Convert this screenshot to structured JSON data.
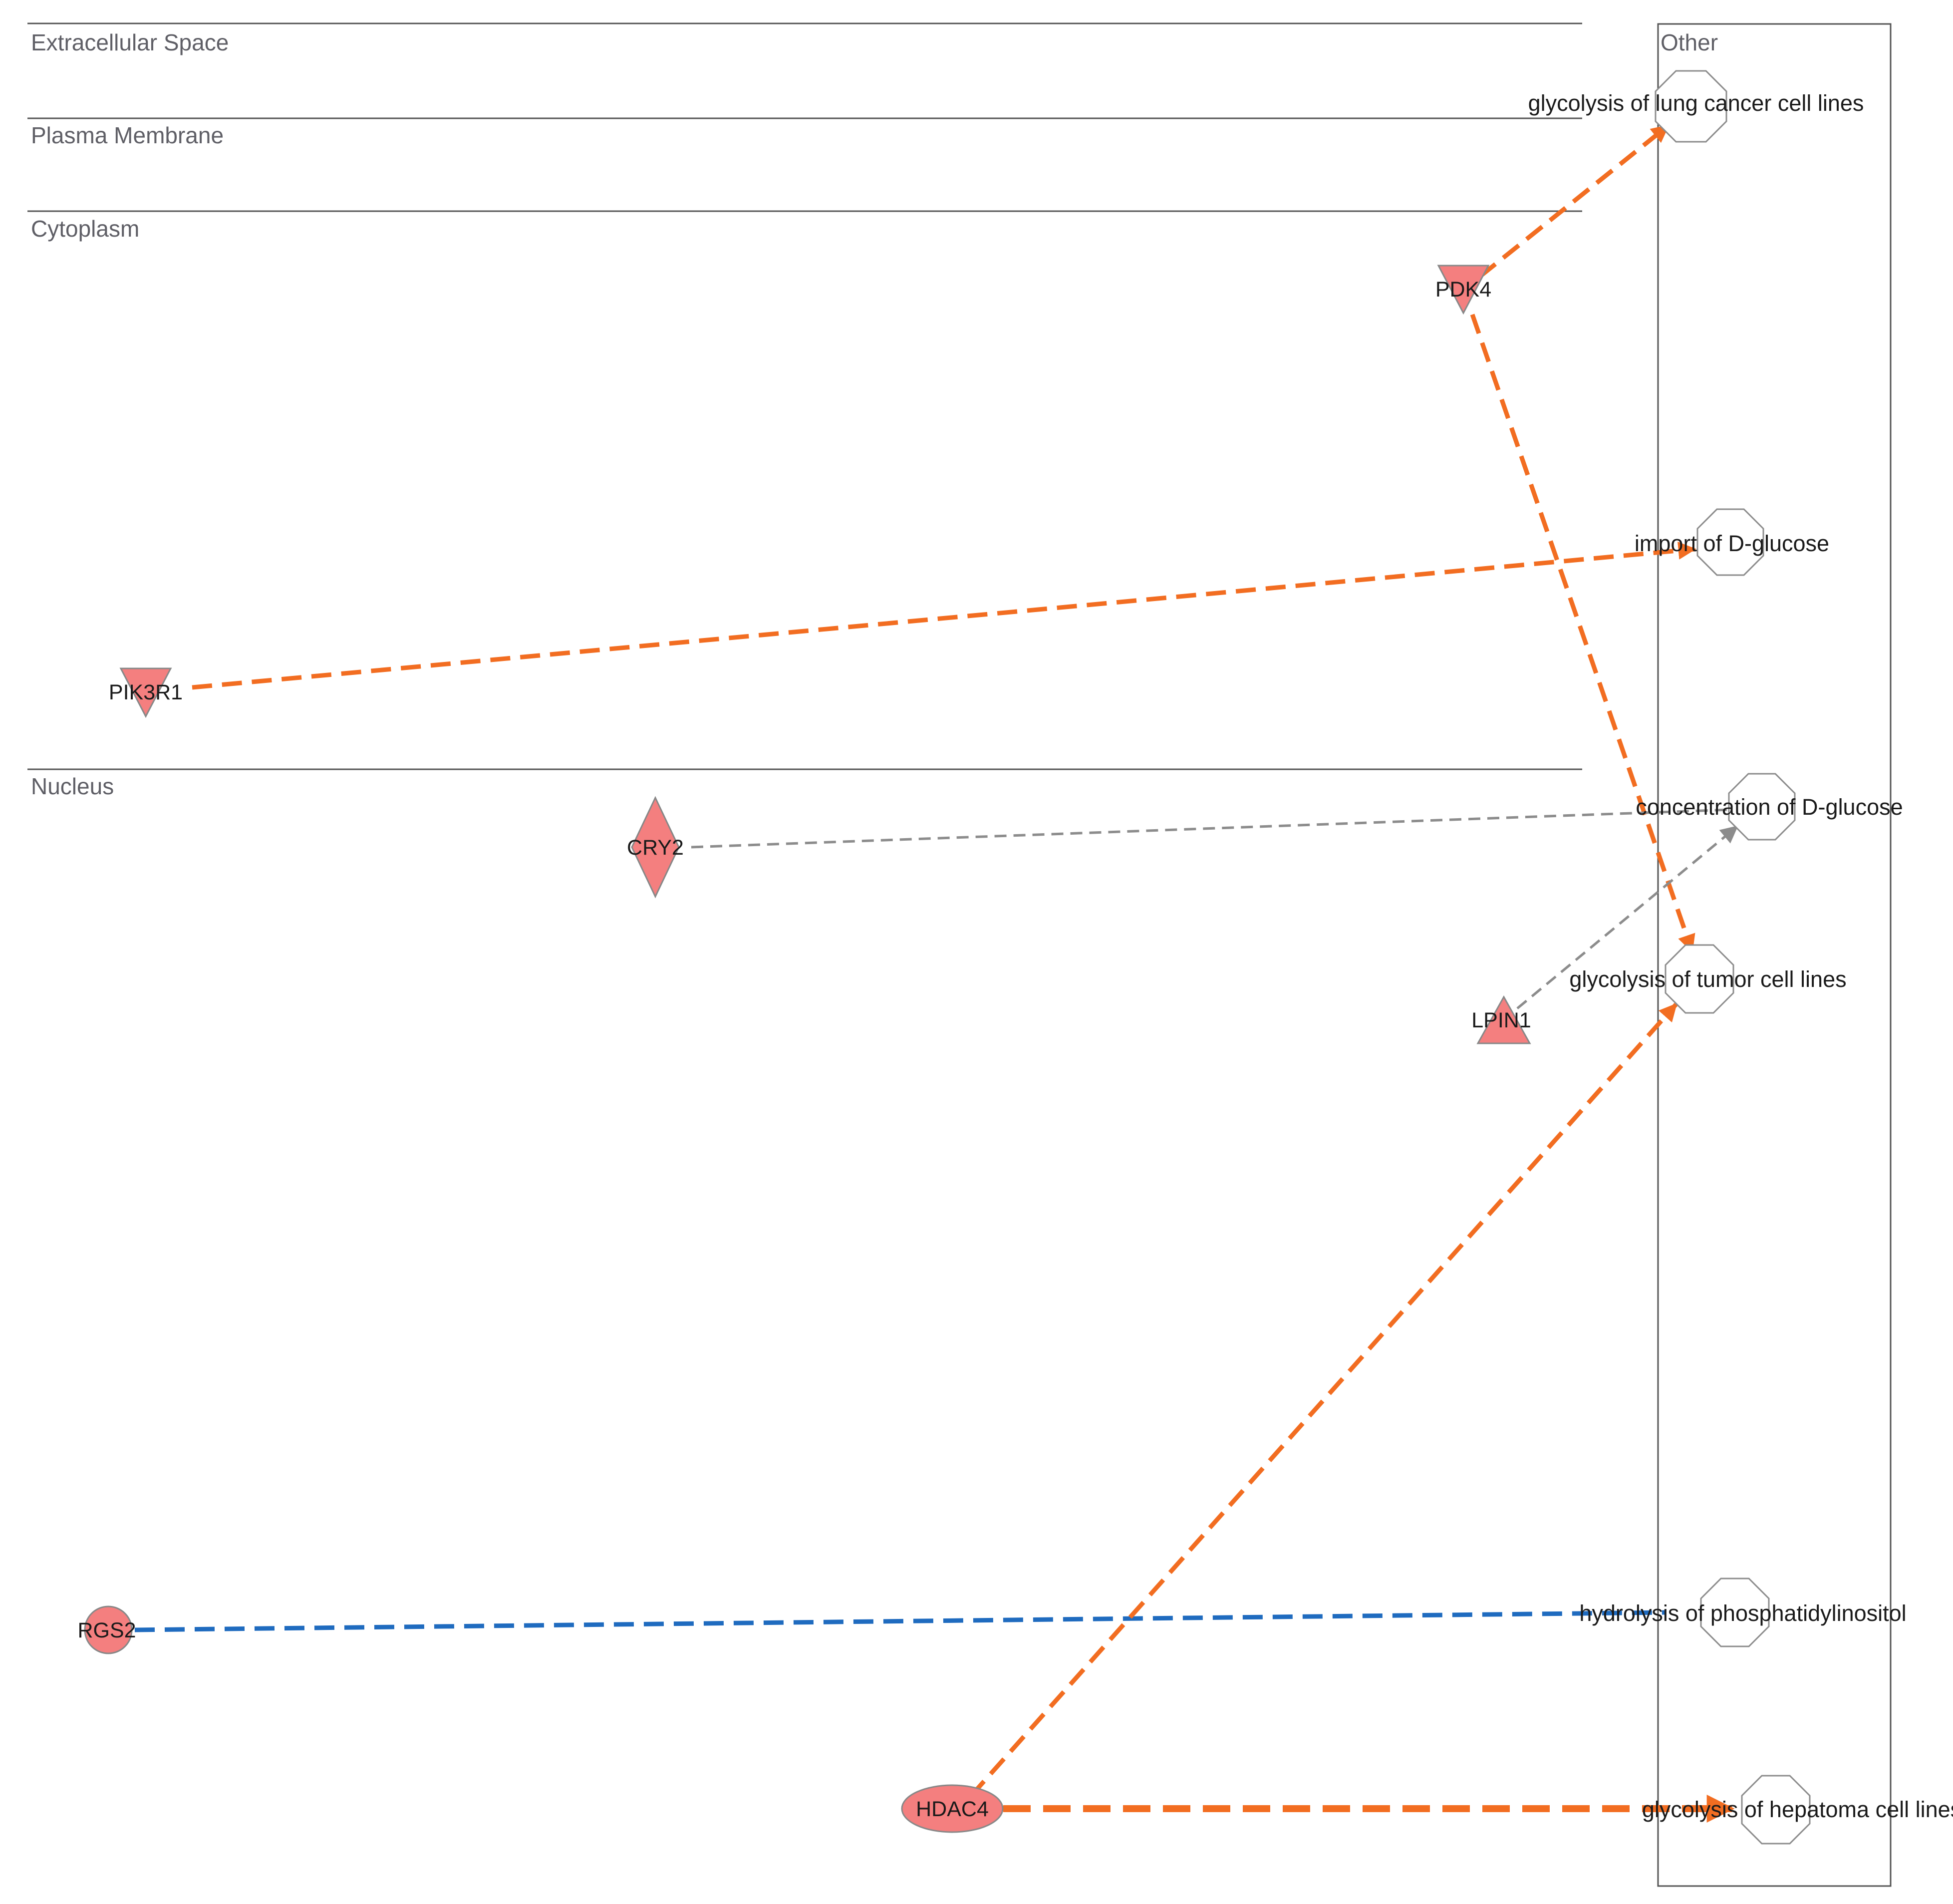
{
  "compartments": {
    "extracellular": "Extracellular Space",
    "plasma_membrane": "Plasma Membrane",
    "cytoplasm": "Cytoplasm",
    "nucleus": "Nucleus",
    "other": "Other"
  },
  "colors": {
    "molecule_fill": "#f47f7f",
    "molecule_stroke": "#888888",
    "function_fill": "#ffffff",
    "function_stroke": "#8c8c8c",
    "activation": "#f26d21",
    "inhibition": "#1f6bbf",
    "unpredicted": "#8c8c8c",
    "compartment_line": "#555555"
  },
  "molecules": {
    "pdk4": {
      "label": "PDK4",
      "shape": "triangle-down-icon"
    },
    "pik3r1": {
      "label": "PIK3R1",
      "shape": "triangle-down-icon"
    },
    "cry2": {
      "label": "CRY2",
      "shape": "diamond-icon"
    },
    "lpin1": {
      "label": "LPIN1",
      "shape": "triangle-up-icon"
    },
    "rgs2": {
      "label": "RGS2",
      "shape": "circle-icon"
    },
    "hdac4": {
      "label": "HDAC4",
      "shape": "ellipse-icon"
    }
  },
  "functions": {
    "lung": {
      "label": "glycolysis of lung cancer cell lines"
    },
    "import": {
      "label": "import of D-glucose"
    },
    "concentration": {
      "label": "concentration of D-glucose"
    },
    "tumor": {
      "label": "glycolysis of tumor cell lines"
    },
    "hydrolysis": {
      "label": "hydrolysis of phosphatidylinositol"
    },
    "hepatoma": {
      "label": "glycolysis of hepatoma cell lines"
    }
  },
  "relationships": [
    {
      "from": "PDK4",
      "to": "glycolysis of lung cancer cell lines",
      "effect": "activation"
    },
    {
      "from": "PDK4",
      "to": "glycolysis of tumor cell lines",
      "effect": "activation"
    },
    {
      "from": "PIK3R1",
      "to": "import of D-glucose",
      "effect": "activation"
    },
    {
      "from": "CRY2",
      "to": "concentration of D-glucose",
      "effect": "unpredicted"
    },
    {
      "from": "LPIN1",
      "to": "concentration of D-glucose",
      "effect": "unpredicted"
    },
    {
      "from": "RGS2",
      "to": "hydrolysis of phosphatidylinositol",
      "effect": "inhibition"
    },
    {
      "from": "HDAC4",
      "to": "glycolysis of tumor cell lines",
      "effect": "activation"
    },
    {
      "from": "HDAC4",
      "to": "glycolysis of hepatoma cell lines",
      "effect": "activation"
    }
  ]
}
